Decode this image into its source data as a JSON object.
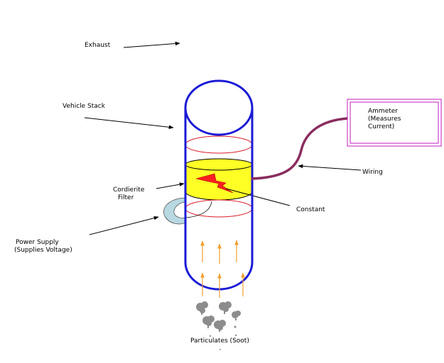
{
  "labels": {
    "exhaust": "Exhaust",
    "vehicle_stack": "Vehicle Stack",
    "cordierite_line1": "Cordierite",
    "cordierite_line2": "Filter",
    "constant": "Constant",
    "wiring": "Wiring",
    "power_supply_line1": "Power Supply",
    "power_supply_line2": "(Supplies Voltage)",
    "ammeter_line1": "Ammeter",
    "ammeter_line2": "(Measures",
    "ammeter_line3": "Current)",
    "particulates": "Particulates (Soot)"
  },
  "colors": {
    "stack": "#1a1ad6",
    "filter_fill": "#ffff26",
    "filter_ring": "#d81e2a",
    "wiring": "#8a2c5e",
    "ammeter_border": "#c21ec2",
    "arrows_up": "#f0a030",
    "soot": "#8c8c8c",
    "power_supply": "#b8d8e2",
    "lightning": "#ff2020"
  }
}
